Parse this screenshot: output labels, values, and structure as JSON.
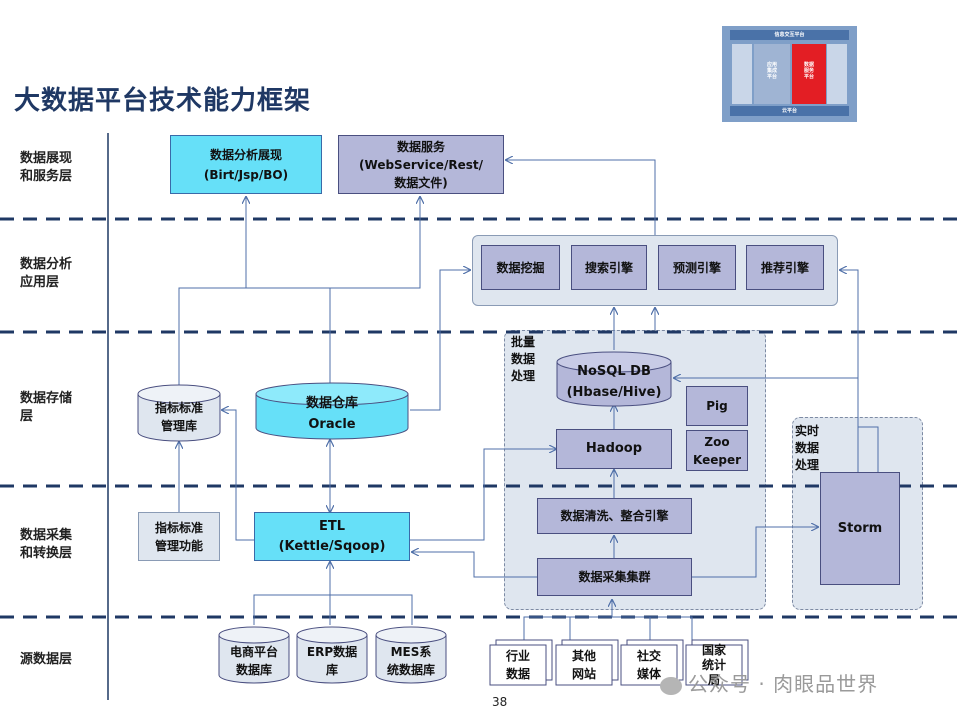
{
  "title": "大数据平台技术能力框架",
  "layers": [
    "数据展现\n和服务层",
    "数据分析\n应用层",
    "数据存储\n层",
    "数据采集\n和转换层",
    "源数据层"
  ],
  "serve": {
    "analysis_display": "数据分析展现\n(Birt/Jsp/BO)",
    "data_service": "数据服务\n(WebService/Rest/\n数据文件)"
  },
  "apps": [
    "数据挖掘",
    "搜索引擎",
    "预测引擎",
    "推荐引擎"
  ],
  "storage": {
    "metric_repo": "指标标准\n管理库",
    "dw": "数据仓库\nOracle",
    "nosql": "NoSQL DB\n(Hbase/Hive)",
    "pig": "Pig",
    "zookeeper": "Zoo\nKeeper",
    "hadoop": "Hadoop"
  },
  "batch_label": "批量\n数据\n处理",
  "realtime_label": "实时\n数据\n处理",
  "storm": "Storm",
  "collect": {
    "metric_mgmt": "指标标准\n管理功能",
    "etl": "ETL\n(Kettle/Sqoop)",
    "cleaning": "数据清洗、整合引擎",
    "cluster": "数据采集集群"
  },
  "sources_db": [
    "电商平台\n数据库",
    "ERP数据\n库",
    "MES系\n统数据库"
  ],
  "sources_doc": [
    "行业\n数据",
    "其他\n网站",
    "社交\n媒体",
    "国家\n统计\n局"
  ],
  "thumbnail": {
    "top": "信息交互平台",
    "left": "应用\n集成\n平台",
    "right": "数据\n服务\n平台",
    "bottom": "云平台"
  },
  "page_number": "38",
  "watermark": "公众号 · 肉眼品世界",
  "colors": {
    "cyan": "#66e0f8",
    "lavender": "#b4b7d9",
    "divider": "#1f3864",
    "arrow": "#4f6fa8"
  }
}
